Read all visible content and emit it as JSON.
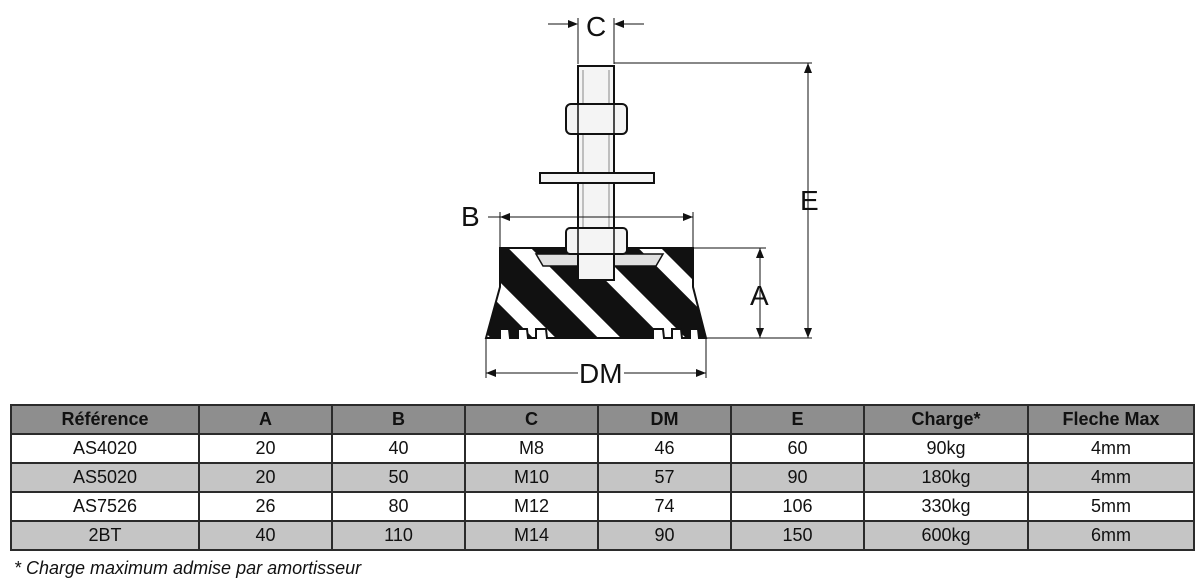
{
  "diagram": {
    "labels": {
      "c": "C",
      "b": "B",
      "e": "E",
      "a": "A",
      "dm": "DM"
    }
  },
  "table": {
    "headers": [
      "Référence",
      "A",
      "B",
      "C",
      "DM",
      "E",
      "Charge*",
      "Fleche Max"
    ],
    "rows": [
      [
        "AS4020",
        "20",
        "40",
        "M8",
        "46",
        "60",
        "90kg",
        "4mm"
      ],
      [
        "AS5020",
        "20",
        "50",
        "M10",
        "57",
        "90",
        "180kg",
        "4mm"
      ],
      [
        "AS7526",
        "26",
        "80",
        "M12",
        "74",
        "106",
        "330kg",
        "5mm"
      ],
      [
        "2BT",
        "40",
        "110",
        "M14",
        "90",
        "150",
        "600kg",
        "6mm"
      ]
    ]
  },
  "footnote": "* Charge maximum admise par amortisseur",
  "colors": {
    "header_bg": "#8e8e8e",
    "row_alt_bg": "#c5c5c5",
    "rubber": "#111111",
    "stripe": "#ffffff"
  }
}
